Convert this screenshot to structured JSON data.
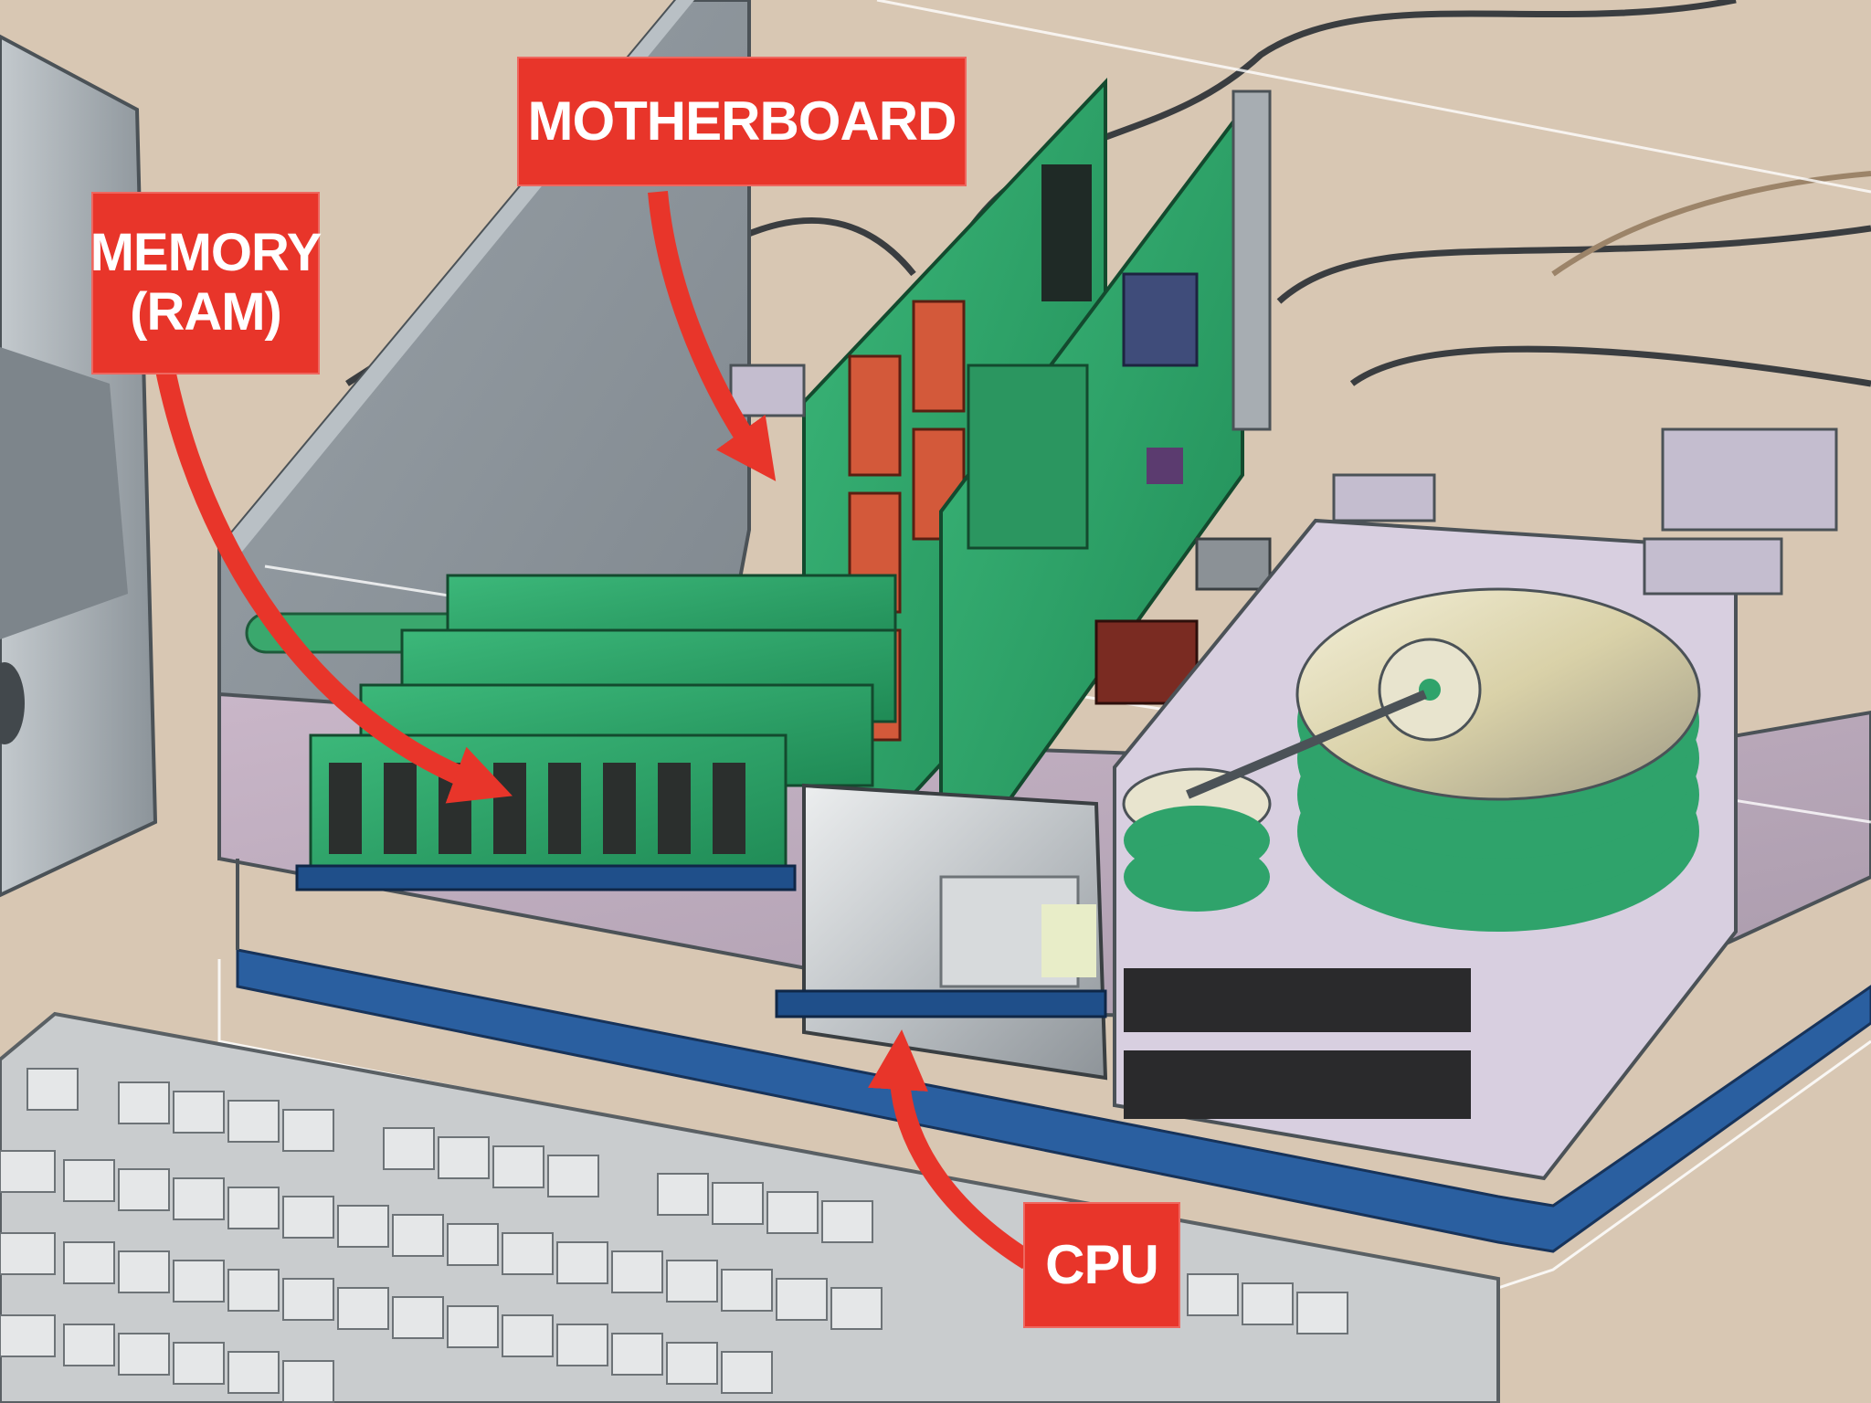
{
  "callouts": {
    "motherboard": {
      "label": "MOTHERBOARD"
    },
    "memory": {
      "line1": "MEMORY",
      "line2": "(RAM)"
    },
    "cpu": {
      "label": "CPU"
    }
  },
  "colors": {
    "callout": "#e8352a",
    "background": "#d8c7b3",
    "circuit_board": "#2fa36b",
    "chassis": "#a9b0b6",
    "keyboard": "#c9ccce"
  }
}
